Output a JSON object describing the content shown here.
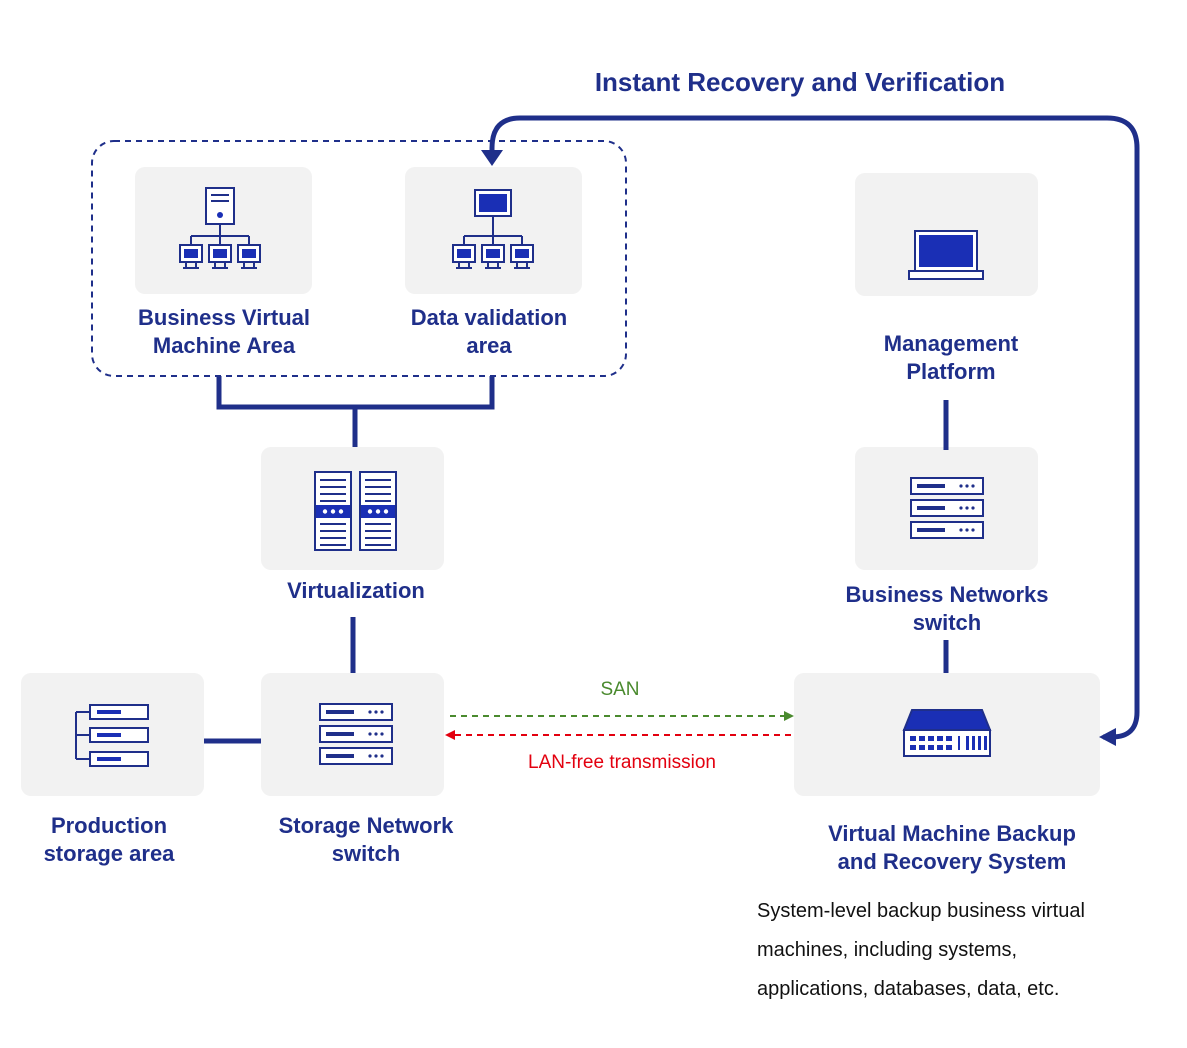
{
  "diagram": {
    "title": "Instant Recovery and Verification",
    "nodes": {
      "business_vm": {
        "label": "Business Virtual\nMachine Area",
        "icon": "network-tree-server-icon"
      },
      "data_validation": {
        "label": "Data validation\narea",
        "icon": "network-tree-monitor-icon"
      },
      "virtualization": {
        "label": "Virtualization",
        "icon": "server-rack-icon"
      },
      "storage_switch": {
        "label": "Storage Network\nswitch",
        "icon": "network-switch-icon"
      },
      "production_storage": {
        "label": "Production\nstorage area",
        "icon": "storage-tree-icon"
      },
      "management": {
        "label": "Management\nPlatform",
        "icon": "laptop-icon"
      },
      "business_switch": {
        "label": "Business Networks\nswitch",
        "icon": "network-switch-icon"
      },
      "backup_system": {
        "label": "Virtual Machine Backup\nand Recovery System",
        "icon": "backup-appliance-icon"
      }
    },
    "edges": {
      "san": "SAN",
      "lan_free": "LAN-free transmission"
    },
    "description": "System-level backup business virtual\nmachines, including systems,\napplications, databases, data, etc."
  },
  "colors": {
    "primary": "#1f2f8a",
    "icon_fill": "#1a2fb5",
    "node_bg": "#f2f2f2",
    "san": "#4a8a2e",
    "lan_free": "#e3000f"
  }
}
